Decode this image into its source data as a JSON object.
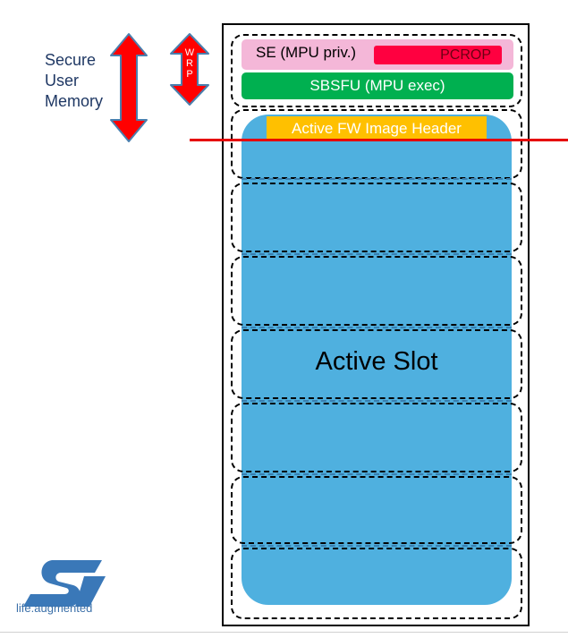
{
  "secure_memory_label": [
    "Secure",
    "User",
    "Memory"
  ],
  "wrp_letters": [
    "W",
    "R",
    "P"
  ],
  "se_label": "SE (MPU priv.)",
  "pcrop_label": "PCROP",
  "sbsfu_label": "SBSFU (MPU exec)",
  "header_label": "Active FW Image Header",
  "slot_label": "Active Slot",
  "logo": {
    "tagline_prefix": "life",
    "tagline_dot": ".",
    "tagline_suffix": "augmented"
  },
  "colors": {
    "slot": "#4fb0df",
    "header": "#ffc000",
    "se": "#f4b7d8",
    "pcrop": "#ff0040",
    "sbsfu": "#00b050",
    "arrow": "#ff0000",
    "arrow_outline": "#4a7fae",
    "line": "#e60000",
    "logo": "#3a78b8"
  }
}
